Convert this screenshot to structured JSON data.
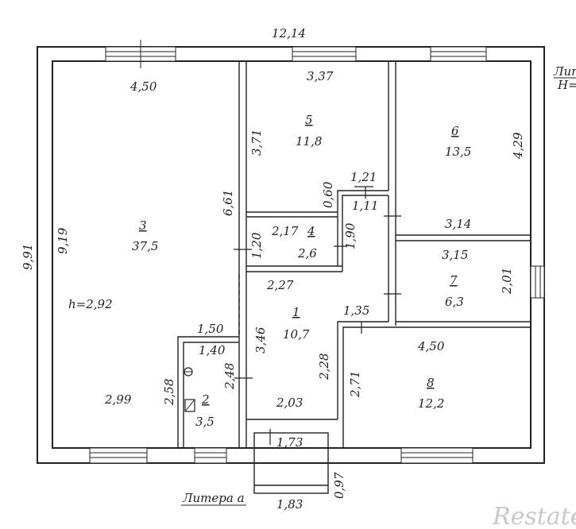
{
  "overall": {
    "width": "12,14",
    "height": "9,91"
  },
  "rooms": [
    {
      "id": "3",
      "number": "3",
      "area": "37,5",
      "height_label": "h=2,92",
      "dims": [
        "4,50",
        "6,61",
        "9,19",
        "2,99",
        "2,58"
      ]
    },
    {
      "id": "5",
      "number": "5",
      "area": "11,8",
      "dims": [
        "3,37",
        "3,71"
      ]
    },
    {
      "id": "6",
      "number": "6",
      "area": "13,5",
      "dims": [
        "4,29",
        "3,14"
      ]
    },
    {
      "id": "4",
      "number": "4",
      "area": "2,6",
      "dims": [
        "2,17",
        "1,20",
        "1,90",
        "0,60"
      ]
    },
    {
      "id": "7",
      "number": "7",
      "area": "6,3",
      "dims": [
        "3,15",
        "2,01"
      ]
    },
    {
      "id": "1",
      "number": "1",
      "area": "10,7",
      "dims": [
        "2,27",
        "3,46",
        "2,28",
        "2,03",
        "1,35",
        "1,21",
        "1,11"
      ]
    },
    {
      "id": "8",
      "number": "8",
      "area": "12,2",
      "dims": [
        "4,50",
        "2,71"
      ]
    },
    {
      "id": "2",
      "number": "2",
      "area": "3,5",
      "dims": [
        "1,50",
        "1,40",
        "2,48"
      ]
    }
  ],
  "porch": {
    "label": "Литера а",
    "dims": [
      "1,73",
      "1,83",
      "0,97"
    ]
  },
  "edge_text": {
    "line1": "Лит",
    "line2": "Н="
  },
  "watermark": "Restate"
}
